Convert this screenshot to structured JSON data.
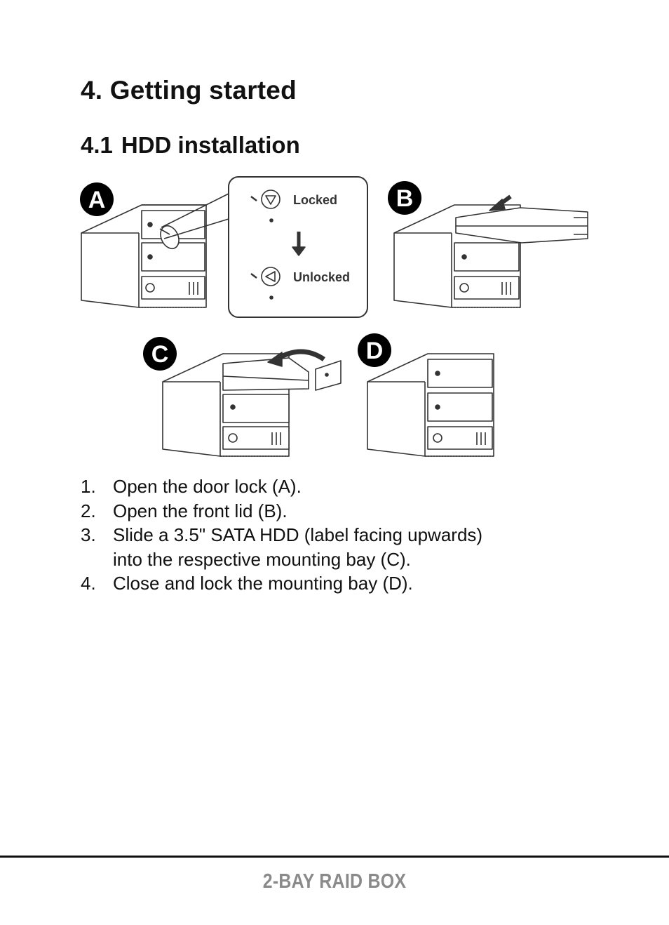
{
  "heading": {
    "number": "4.",
    "title": "Getting started"
  },
  "subheading": {
    "number": "4.1",
    "title": "HDD installation"
  },
  "figure": {
    "panel_labels": [
      "A",
      "B",
      "C",
      "D"
    ],
    "callout": {
      "locked_label": "Locked",
      "unlocked_label": "Unlocked"
    }
  },
  "steps": [
    {
      "num": "1.",
      "lines": [
        "Open the door lock (A)."
      ]
    },
    {
      "num": "2.",
      "lines": [
        "Open the front lid (B)."
      ]
    },
    {
      "num": "3.",
      "lines": [
        "Slide a 3.5\" SATA HDD (label facing upwards)",
        "into the respective mounting bay (C)."
      ]
    },
    {
      "num": "4.",
      "lines": [
        "Close and lock the mounting bay (D)."
      ]
    }
  ],
  "footer": {
    "text": "2-BAY RAID BOX"
  }
}
